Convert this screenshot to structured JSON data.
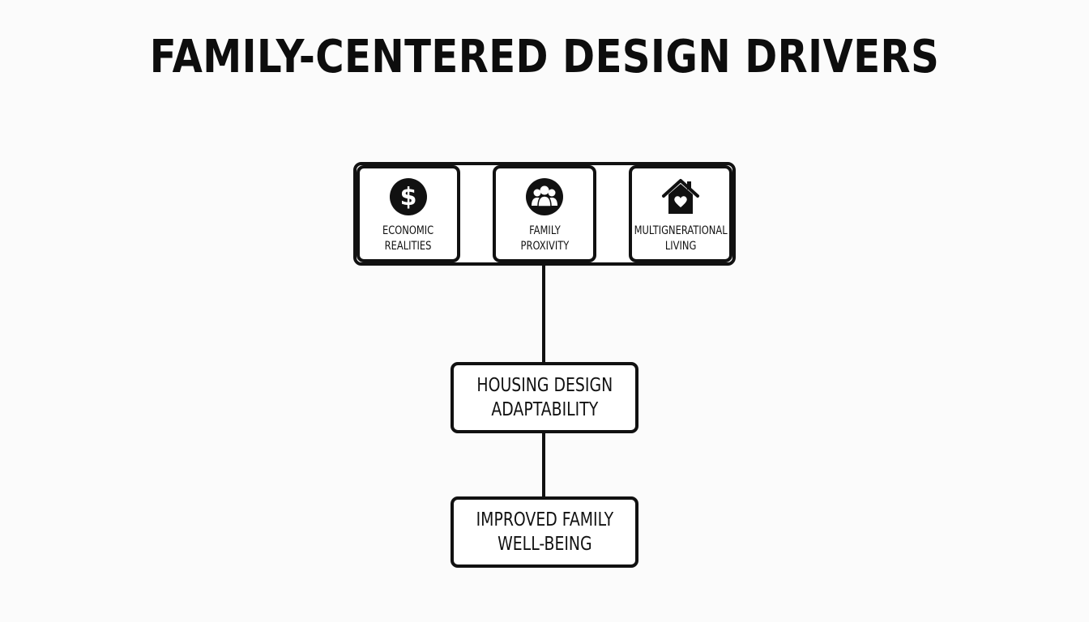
{
  "title": "FAMILY-CENTERED DESIGN DRIVERS",
  "drivers": [
    {
      "label": "ECONOMIC\nREALITIES",
      "icon": "dollar-icon"
    },
    {
      "label": "FAMILY\nPROXIVITY",
      "icon": "family-group-icon"
    },
    {
      "label": "MULTIGNERATIONAL\nLIVING",
      "icon": "house-heart-icon"
    }
  ],
  "stages": [
    {
      "label": "HOUSING DESIGN\nADAPTABILITY"
    },
    {
      "label": "IMPROVED FAMILY\nWELL-BEING"
    }
  ]
}
